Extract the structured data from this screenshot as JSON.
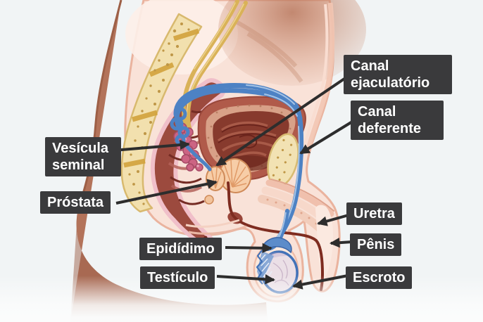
{
  "diagram": {
    "background_color": "#f1f4f5",
    "label_style": {
      "background": "#3a3a3c",
      "text_color": "#ffffff"
    },
    "arrow_color": "#2d2d2d"
  },
  "labels": [
    {
      "id": "canal-ejaculatorio",
      "text": "Canal ejaculatório"
    },
    {
      "id": "canal-deferente",
      "text": "Canal deferente"
    },
    {
      "id": "vesicula-seminal",
      "text": "Vesícula seminal"
    },
    {
      "id": "prostata",
      "text": "Próstata"
    },
    {
      "id": "uretra",
      "text": "Uretra"
    },
    {
      "id": "penis",
      "text": "Pênis"
    },
    {
      "id": "epididimo",
      "text": "Epidídimo"
    },
    {
      "id": "testiculo",
      "text": "Testículo"
    },
    {
      "id": "escroto",
      "text": "Escroto"
    }
  ],
  "illustration": {
    "kind": "sagittal cross-section of the male pelvis",
    "structures": [
      "sacrum",
      "rectum",
      "bladder",
      "ureter",
      "seminal vesicle",
      "prostate",
      "pubic bone",
      "vas deferens",
      "urethra",
      "penis",
      "scrotum",
      "testicle",
      "epididymis"
    ],
    "colors": {
      "skin": "#f9e2d8",
      "skin_edge": "#eab39e",
      "shadow_skin": "#b3735a",
      "bone": "#f2e0ae",
      "bone_speckle": "#bf9747",
      "bone_band": "#d2a23c",
      "rectum": "#9c4a3e",
      "rectum_rim": "#f0bfc9",
      "bladder_wall": "#b05a4a",
      "bladder_mucosa": "#d8a188",
      "bladder_cavity": "#873a2d",
      "prostate": "#f7cda7",
      "seminal_vesicle": "#cc6483",
      "vas_deferens": "#4d82c4",
      "ureter": "#d9b258",
      "urethra": "#7e2c20",
      "testicle": "#ebdfe6"
    }
  }
}
